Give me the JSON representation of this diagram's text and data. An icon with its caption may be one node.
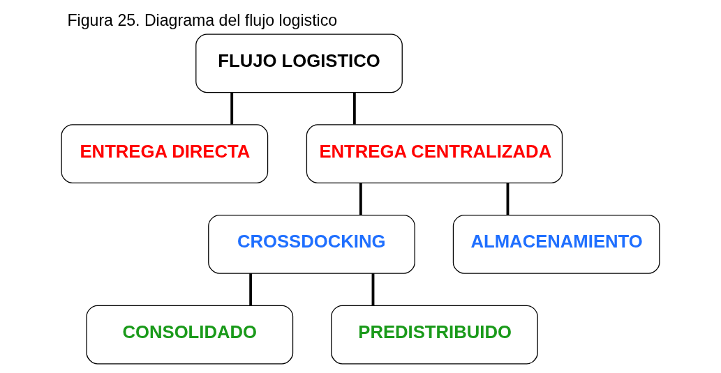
{
  "diagram": {
    "title": "Figura 25. Diagrama del flujo logistico",
    "nodes": [
      {
        "text": [
          "FLUJO LOGISTICO"
        ]
      },
      {
        "text": [
          "ENTREGA DIRECTA"
        ]
      },
      {
        "text": [
          "ENTREGA CENTRALIZADA"
        ]
      },
      {
        "text": [
          "CROSSDOCKING"
        ]
      },
      {
        "text": [
          "ALMACENAMIENTO"
        ]
      },
      {
        "text": [
          "CONSOLIDADO"
        ]
      },
      {
        "text": [
          "PREDISTRIBUIDO"
        ]
      }
    ],
    "edges": [
      {
        "from": 0,
        "to": 1,
        "arrow": "none"
      },
      {
        "from": 0,
        "to": 2,
        "arrow": "none"
      },
      {
        "from": 2,
        "to": 3,
        "arrow": "none"
      },
      {
        "from": 2,
        "to": 4,
        "arrow": "none"
      },
      {
        "from": 3,
        "to": 5,
        "arrow": "none"
      },
      {
        "from": 3,
        "to": 6,
        "arrow": "none"
      }
    ]
  }
}
